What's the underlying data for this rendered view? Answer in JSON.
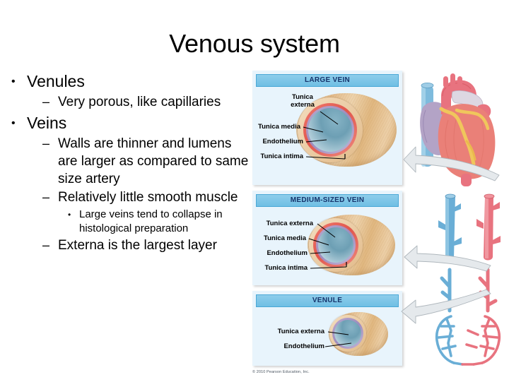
{
  "slide": {
    "title": "Venous system"
  },
  "content": {
    "bullets": [
      {
        "level": 1,
        "marker": "•",
        "text": "Venules"
      },
      {
        "level": 2,
        "marker": "–",
        "text": "Very porous, like capillaries"
      },
      {
        "level": 1,
        "marker": "•",
        "text": "Veins"
      },
      {
        "level": 2,
        "marker": "–",
        "text": "Walls are thinner and lumens are larger as compared to same size artery"
      },
      {
        "level": 2,
        "marker": "–",
        "text": "Relatively little smooth muscle"
      },
      {
        "level": 3,
        "marker": "•",
        "text": "Large veins tend to collapse in histological preparation"
      },
      {
        "level": 2,
        "marker": "–",
        "text": "Externa is the largest layer"
      }
    ]
  },
  "figure": {
    "panels": [
      {
        "id": "large-vein",
        "header": "LARGE VEIN",
        "labels": [
          {
            "text": "Tunica",
            "text2": "externa"
          },
          {
            "text": "Tunica media"
          },
          {
            "text": "Endothelium"
          },
          {
            "text": "Tunica intima"
          }
        ]
      },
      {
        "id": "medium-sized-vein",
        "header": "MEDIUM-SIZED VEIN",
        "labels": [
          {
            "text": "Tunica externa"
          },
          {
            "text": "Tunica media"
          },
          {
            "text": "Endothelium"
          },
          {
            "text": "Tunica intima"
          }
        ]
      },
      {
        "id": "venule",
        "header": "VENULE",
        "labels": [
          {
            "text": "Tunica externa"
          },
          {
            "text": "Endothelium"
          }
        ]
      }
    ],
    "copyright": "© 2010 Pearson Education, Inc.",
    "colors": {
      "panel_header": "#6fbfe4",
      "panel_background": "#e8f4fc",
      "header_text": "#16336b",
      "vein_blue": "#6aaed6",
      "artery_red": "#e8737f",
      "vessel_wall_tan": "#e3bb8c",
      "tunica_media_red": "#e1564c",
      "lumen_blue": "#6d9fb4",
      "arrow_gray": "#d8dde1"
    }
  }
}
